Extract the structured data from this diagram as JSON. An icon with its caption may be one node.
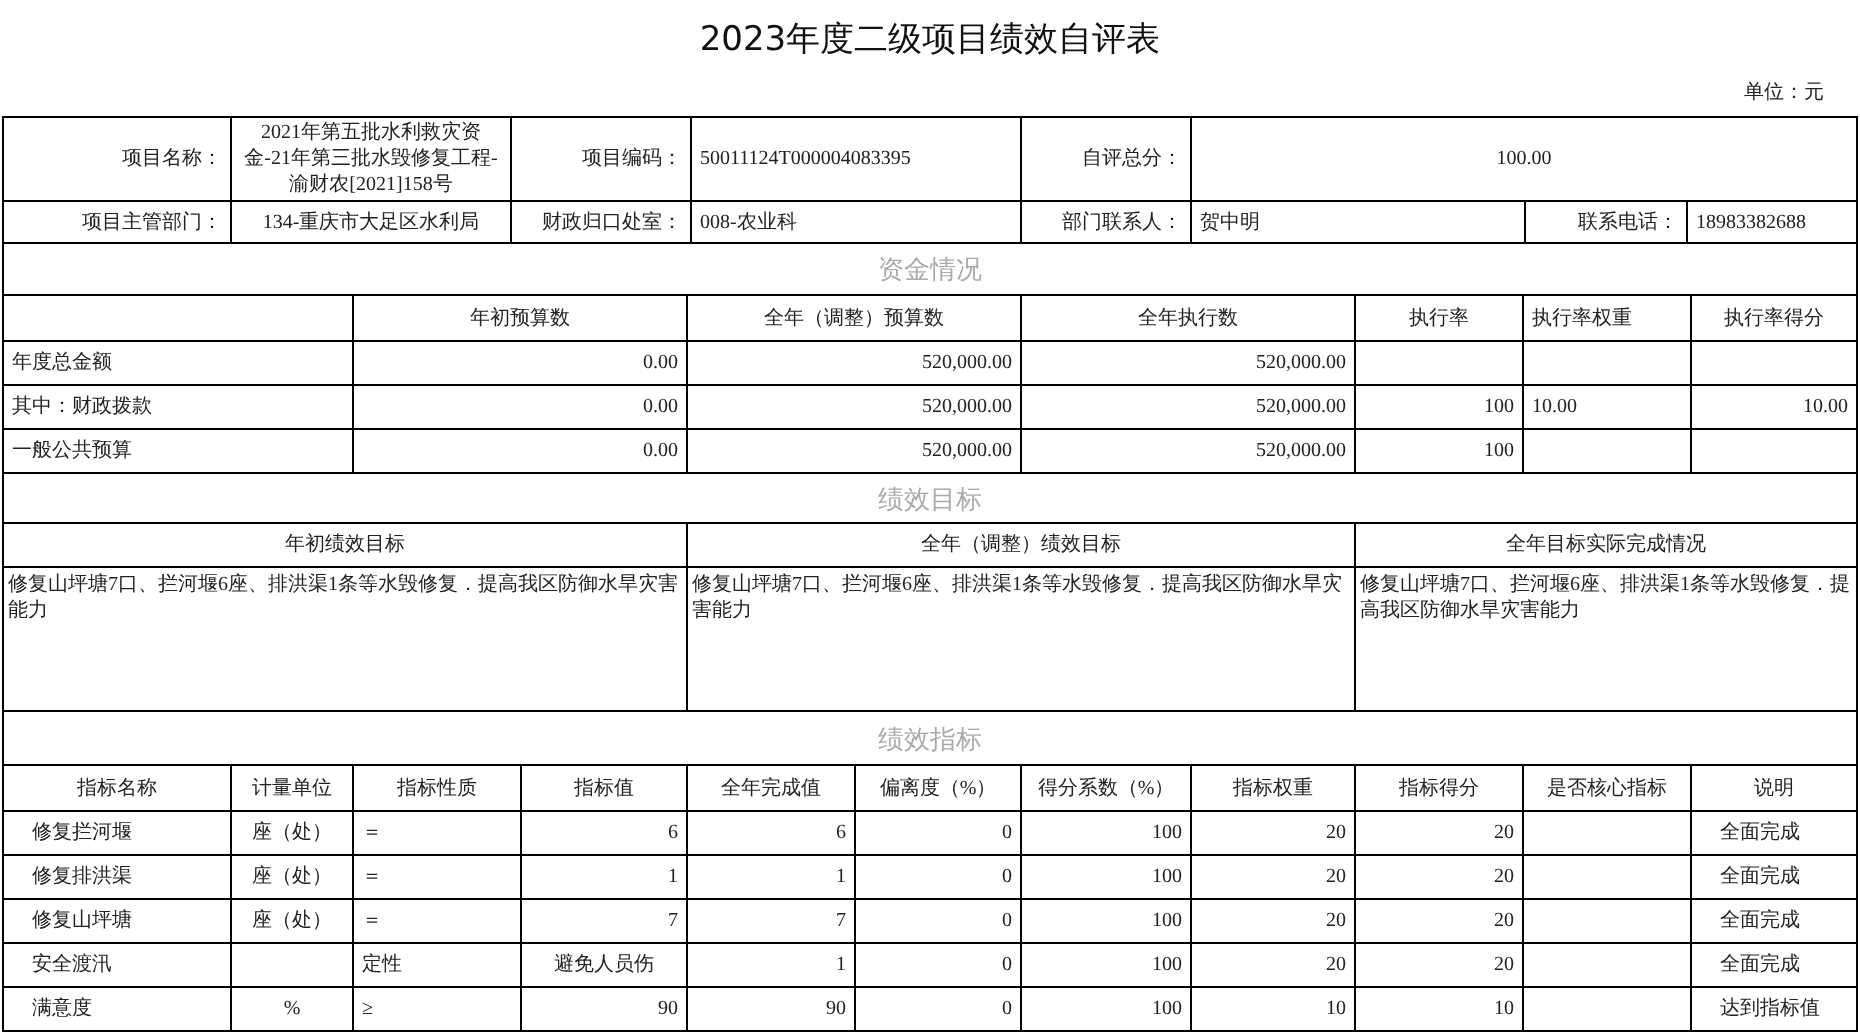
{
  "diagram": {
    "title": "2023年度二级项目绩效自评表",
    "labels": [
      "单位：元",
      "项目名称：",
      "2021年第五批水利救灾资金-21年第三批水毁修复工程-渝财农[2021]158号",
      "项目编码：",
      "50011124T000004083395",
      "自评总分：",
      "100.00",
      "项目主管部门：",
      "134-重庆市大足区水利局",
      "财政归口处室：",
      "008-农业科",
      "部门联系人：",
      "贺中明",
      "联系电话：",
      "18983382688",
      "资金情况",
      "年初预算数",
      "全年（调整）预算数",
      "全年执行数",
      "执行率",
      "执行率权重",
      "执行率得分",
      "年度总金额",
      "0.00",
      "520,000.00",
      "520,000.00",
      "其中：财政拨款",
      "0.00",
      "520,000.00",
      "520,000.00",
      "100",
      "10.00",
      "10.00",
      "一般公共预算",
      "0.00",
      "520,000.00",
      "520,000.00",
      "100",
      "绩效目标",
      "年初绩效目标",
      "全年（调整）绩效目标",
      "全年目标实际完成情况",
      "修复山坪塘7口、拦河堰6座、排洪渠1条等水毁修复．提高我区防御水旱灾害能力",
      "修复山坪塘7口、拦河堰6座、排洪渠1条等水毁修复．提高我区防御水旱灾害能力",
      "修复山坪塘7口、拦河堰6座、排洪渠1条等水毁修复．提高我区防御水旱灾害能力",
      "绩效指标",
      "指标名称",
      "计量单位",
      "指标性质",
      "指标值",
      "全年完成值",
      "偏离度（%）",
      "得分系数（%）",
      "指标权重",
      "指标得分",
      "是否核心指标",
      "说明",
      "修复拦河堰",
      "座（处）",
      "＝",
      "6",
      "6",
      "0",
      "100",
      "20",
      "20",
      "全面完成",
      "修复排洪渠",
      "座（处）",
      "＝",
      "1",
      "1",
      "0",
      "100",
      "20",
      "20",
      "全面完成",
      "修复山坪塘",
      "座（处）",
      "＝",
      "7",
      "7",
      "0",
      "100",
      "20",
      "20",
      "全面完成",
      "安全渡汛",
      "定性",
      "避免人员伤",
      "1",
      "0",
      "100",
      "20",
      "20",
      "全面完成",
      "满意度",
      "%",
      "≥",
      "90",
      "90",
      "0",
      "100",
      "10",
      "10",
      "达到指标值"
    ]
  }
}
